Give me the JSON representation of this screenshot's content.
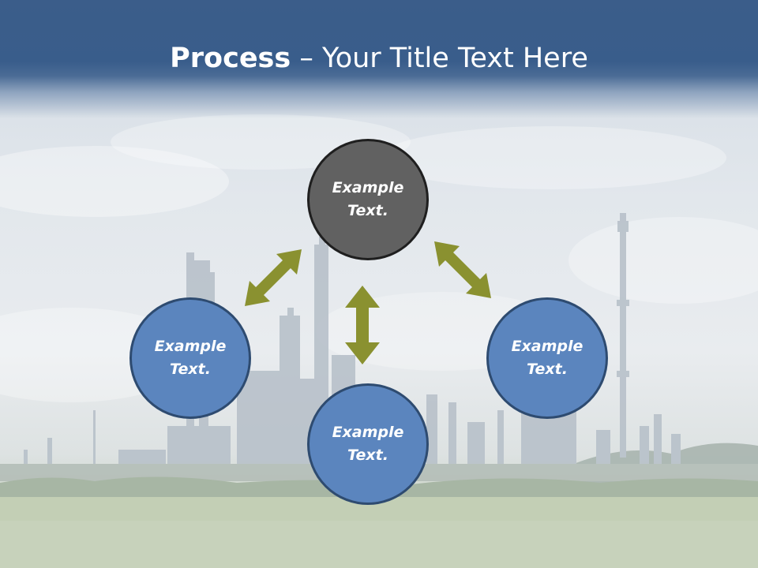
{
  "slide": {
    "title_bold": "Process",
    "title_rest": " – Your Title Text Here"
  },
  "colors": {
    "header": "#395d8b",
    "circle_blue": "#5b85be",
    "circle_gray": "#616161",
    "arrow": "#8a9130"
  },
  "diagram": {
    "top": {
      "text": "Example Text."
    },
    "left": {
      "text": "Example Text."
    },
    "right": {
      "text": "Example Text."
    },
    "bottom": {
      "text": "Example Text."
    }
  }
}
